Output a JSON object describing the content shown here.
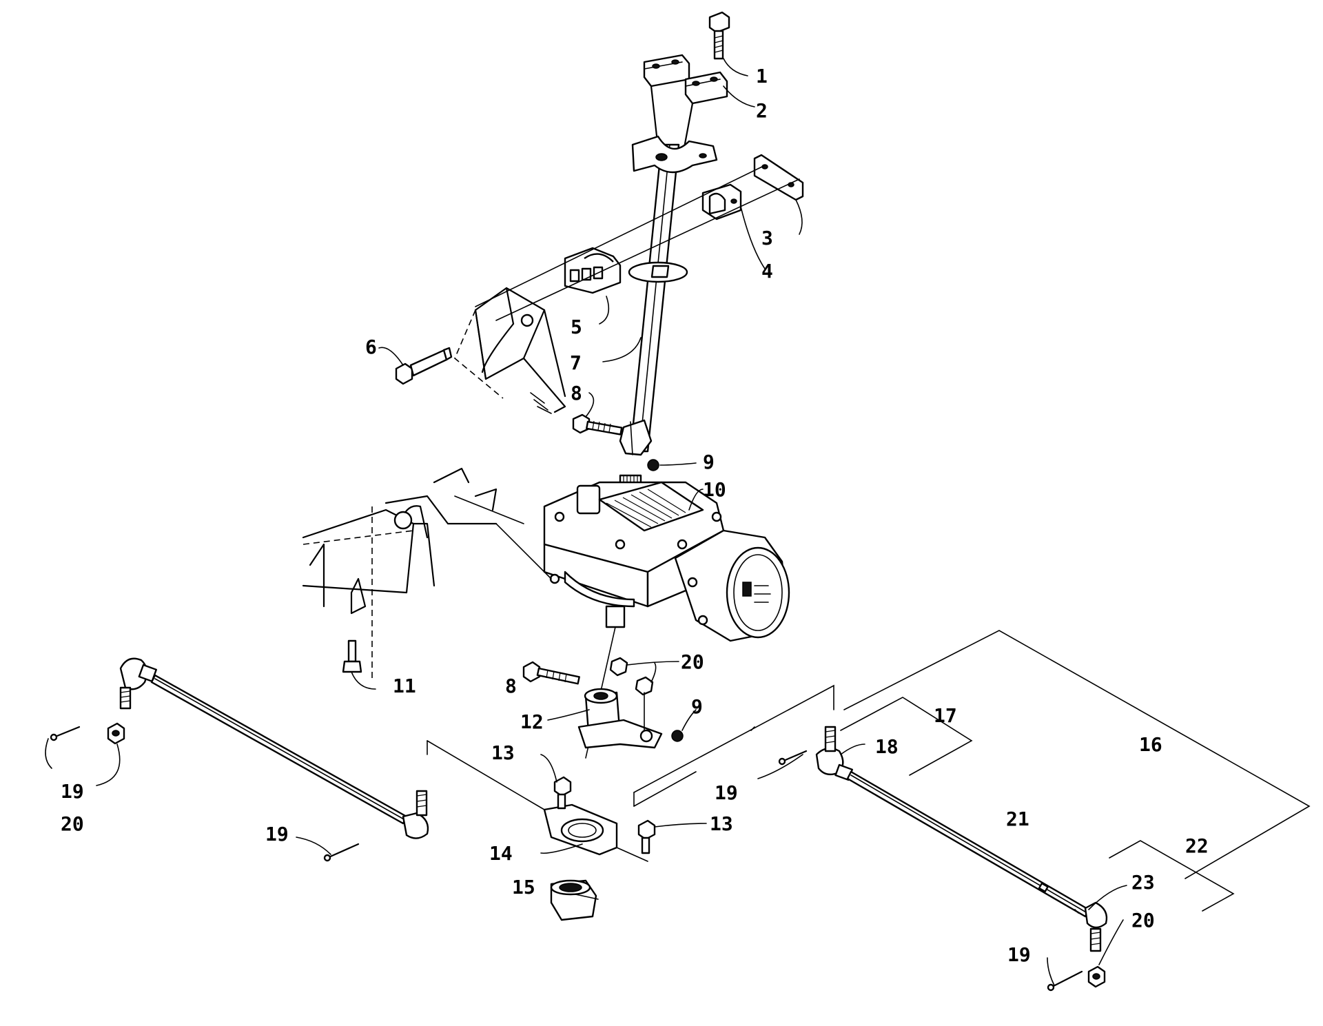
{
  "diagram": {
    "callouts": [
      {
        "id": "c1",
        "text": "1"
      },
      {
        "id": "c2",
        "text": "2"
      },
      {
        "id": "c3",
        "text": "3"
      },
      {
        "id": "c4",
        "text": "4"
      },
      {
        "id": "c5",
        "text": "5"
      },
      {
        "id": "c6",
        "text": "6"
      },
      {
        "id": "c7",
        "text": "7"
      },
      {
        "id": "c8a",
        "text": "8"
      },
      {
        "id": "c9a",
        "text": "9"
      },
      {
        "id": "c10",
        "text": "10"
      },
      {
        "id": "c11",
        "text": "11"
      },
      {
        "id": "c8b",
        "text": "8"
      },
      {
        "id": "c20a",
        "text": "20"
      },
      {
        "id": "c9b",
        "text": "9"
      },
      {
        "id": "c12",
        "text": "12"
      },
      {
        "id": "c13a",
        "text": "13"
      },
      {
        "id": "c17",
        "text": "17"
      },
      {
        "id": "c16",
        "text": "16"
      },
      {
        "id": "c18",
        "text": "18"
      },
      {
        "id": "c19a",
        "text": "19"
      },
      {
        "id": "c19b",
        "text": "19"
      },
      {
        "id": "c20b",
        "text": "20"
      },
      {
        "id": "c19c",
        "text": "19"
      },
      {
        "id": "c13b",
        "text": "13"
      },
      {
        "id": "c14",
        "text": "14"
      },
      {
        "id": "c21",
        "text": "21"
      },
      {
        "id": "c22",
        "text": "22"
      },
      {
        "id": "c15",
        "text": "15"
      },
      {
        "id": "c23",
        "text": "23"
      },
      {
        "id": "c20c",
        "text": "20"
      },
      {
        "id": "c19d",
        "text": "19"
      }
    ]
  }
}
